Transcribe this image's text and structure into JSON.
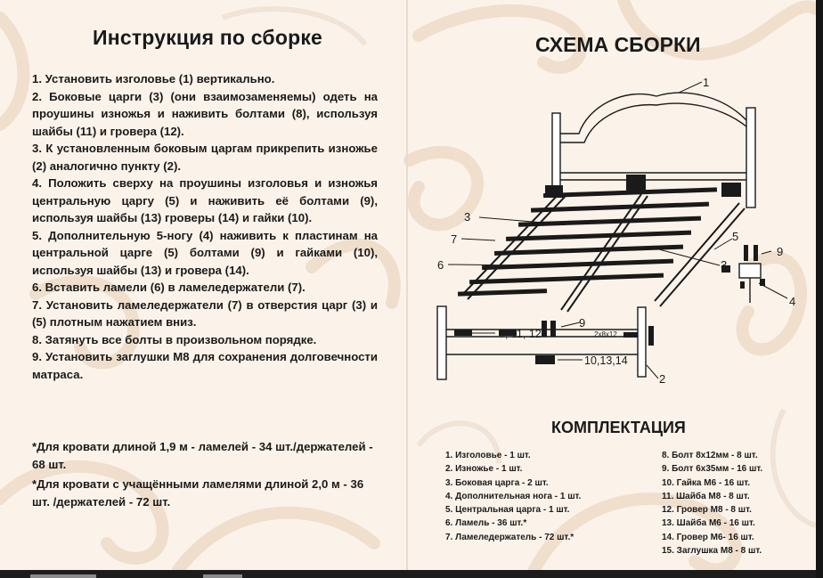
{
  "left_title": "Инструкция по сборке",
  "steps": [
    "1. Установить изголовье (1) вертикально.",
    "2. Боковые царги (3) (они взаимозаменяемы) одеть на проушины изножья и наживить болтами (8), используя шайбы (11) и гровера (12).",
    "3. К установленным боковым царгам прикрепить изножье (2) аналогично пункту (2).",
    "4. Положить сверху на проушины изголовья и изножья центральную царгу (5) и наживить её болтами (9), используя шайбы (13) гроверы (14) и гайки (10).",
    "5. Дополнительную 5-ногу (4) наживить к пластинам на центральной царге (5) болтами (9) и гайками (10), используя шайбы (13) и гровера (14).",
    "6. Вставить ламели (6) в ламеледержатели (7).",
    "7. Установить ламеледержатели (7) в отверстия царг (3) и (5) плотным нажатием вниз.",
    "8. Затянуть все болты в произвольном порядке.",
    "9. Установить заглушки М8 для сохранения долговечности матраса."
  ],
  "notes": [
    "*Для кровати длиной 1,9 м - ламелей - 34 шт./держателей - 68 шт.",
    "*Для кровати с учащёнными ламелями длиной 2,0 м - 36 шт. /держателей - 72 шт."
  ],
  "scheme_title": "СХЕМА СБОРКИ",
  "diagram_labels": {
    "l1": "1",
    "l2": "2",
    "l3a": "3",
    "l3b": "3",
    "l4": "4",
    "l5": "5",
    "l6": "6",
    "l7": "7",
    "l9a": "9",
    "l9b": "9",
    "bolts_a": "8, 11, 12",
    "size": "2x8x12",
    "nuts": "10,13,14"
  },
  "kit_title": "КОМПЛЕКТАЦИЯ",
  "kit_left": [
    "1. Изголовье - 1 шт.",
    "2. Изножье - 1 шт.",
    "3. Боковая царга - 2 шт.",
    "4. Дополнительная нога - 1 шт.",
    "5. Центральная царга - 1 шт.",
    "6. Ламель - 36 шт.*",
    "7. Ламеледержатель - 72 шт.*"
  ],
  "kit_right": [
    "8. Болт 8х12мм - 8 шт.",
    "9. Болт 6х35мм - 16 шт.",
    "10. Гайка М6 - 16 шт.",
    "11. Шайба М8 - 8 шт.",
    "12. Гровер М8 - 8 шт.",
    "13. Шайба М6 - 16 шт.",
    "14. Гровер М6- 16 шт.",
    "15. Заглушка М8 - 8 шт."
  ]
}
